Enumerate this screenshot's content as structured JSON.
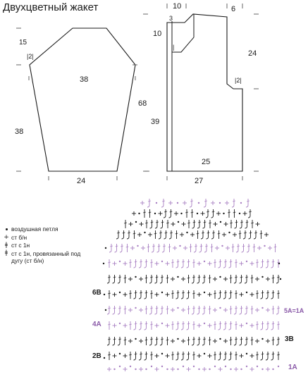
{
  "title": "Двухцветный жакет",
  "colors": {
    "ink": "#1a1a1a",
    "purple": "#a87fc2",
    "row_label_purple": "#8a5aa8"
  },
  "sleeve": {
    "dims": {
      "cap_height": "15",
      "edge": "|2|",
      "width": "38",
      "side": "68",
      "lower": "38",
      "cuff": "24"
    }
  },
  "front": {
    "dims": {
      "neck_width": "10",
      "shoulder": "6",
      "neck_step": "3",
      "neck_depth": "10",
      "tick": "|",
      "upper_side": "24",
      "edge": "|2|",
      "lower_side": "39",
      "bottom_inner": "25",
      "bottom": "27"
    }
  },
  "legend": {
    "items": [
      {
        "symbol": "dot-icon",
        "label": "воздушная петля"
      },
      {
        "symbol": "sc-icon",
        "label": "ст б/н"
      },
      {
        "symbol": "dc-icon",
        "label": "ст с 1н"
      },
      {
        "symbol": "dc-around-icon",
        "label": "ст с 1н, провязанный под дугу (ст б/н)"
      }
    ],
    "glyphs": {
      "sc": "+",
      "dc": "ǂ",
      "dc_around": "ǂ"
    }
  },
  "chart": {
    "row_labels": {
      "r6b": "6В",
      "r5a1a": "5А=1А",
      "r4a": "4А",
      "r3b": "3В",
      "r2b": "2В",
      "r1a": "1А"
    }
  }
}
